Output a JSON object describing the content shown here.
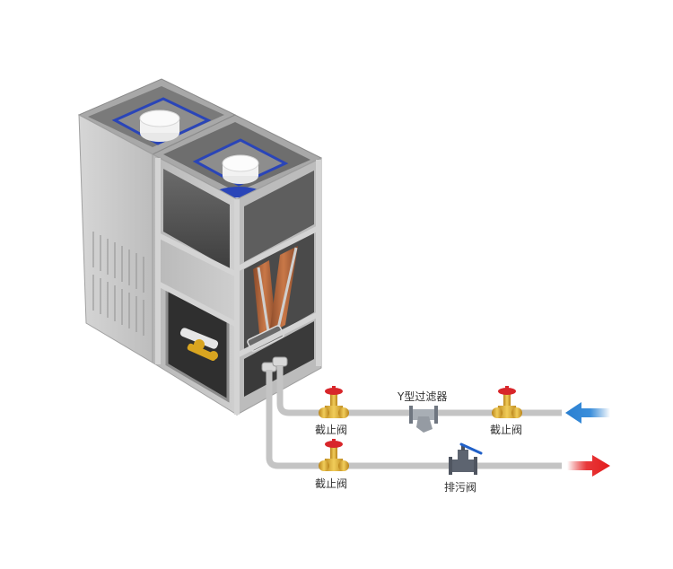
{
  "diagram": {
    "title": "",
    "unit": {
      "name": "cooling-unit",
      "fans": 2,
      "colors": {
        "cabinet": "#c9c9c9",
        "cabinet_dark": "#9a9a9a",
        "frame": "#d2d2d2",
        "interior": "#5a5a5a",
        "fan_blue": "#2a45b8",
        "fan_white": "#f0f0f0",
        "copper": "#b8643a",
        "brass": "#d9a520"
      }
    },
    "pipes": {
      "color": "#c4c4c4",
      "supply_line": {
        "components": [
          {
            "id": "valve-1",
            "type": "globe-valve",
            "label": "截止阀"
          },
          {
            "id": "y-strainer",
            "type": "y-strainer",
            "label": "Y型过滤器"
          },
          {
            "id": "valve-2",
            "type": "globe-valve",
            "label": "截止阀"
          }
        ],
        "arrow": {
          "direction": "left",
          "color": "#2a7fd0",
          "meaning": "inlet"
        }
      },
      "return_line": {
        "components": [
          {
            "id": "valve-3",
            "type": "globe-valve",
            "label": "截止阀"
          },
          {
            "id": "drain-valve",
            "type": "drain-valve",
            "label": "排污阀"
          }
        ],
        "arrow": {
          "direction": "right",
          "color": "#e21b1b",
          "meaning": "outlet"
        }
      }
    },
    "labels": {
      "valve_top_left": "截止阀",
      "strainer": "Y型过滤器",
      "valve_top_right": "截止阀",
      "valve_bottom_left": "截止阀",
      "drain_valve": "排污阀"
    },
    "colors": {
      "valve_handle": "#d8262a",
      "valve_body": "#e0b23a",
      "strainer_body": "#9aa0a8",
      "drain_body": "#5d6470",
      "drain_handle": "#2060c8",
      "arrow_in": "#2a7fd0",
      "arrow_out": "#e21b1b"
    }
  }
}
